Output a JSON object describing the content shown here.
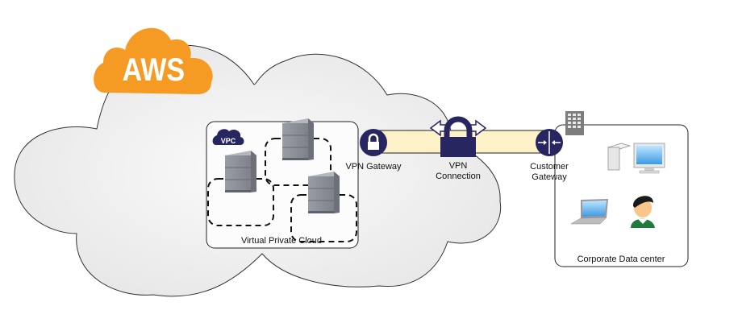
{
  "diagram": {
    "aws_logo": {
      "text": "AWS",
      "color": "#f59b23"
    },
    "vpc": {
      "badge": "VPC",
      "label": "Virtual Private Cloud"
    },
    "vpn_gateway": {
      "label": "VPN Gateway"
    },
    "vpn_connection": {
      "line1": "VPN",
      "line2": "Connection"
    },
    "customer_gateway": {
      "line1": "Customer",
      "line2": "Gateway"
    },
    "corporate": {
      "label": "Corporate Data center"
    },
    "colors": {
      "accent": "#272660",
      "tunnel": "#fcf1c7",
      "cloud": "#f0f0f0",
      "server": "#8a8d96"
    }
  }
}
